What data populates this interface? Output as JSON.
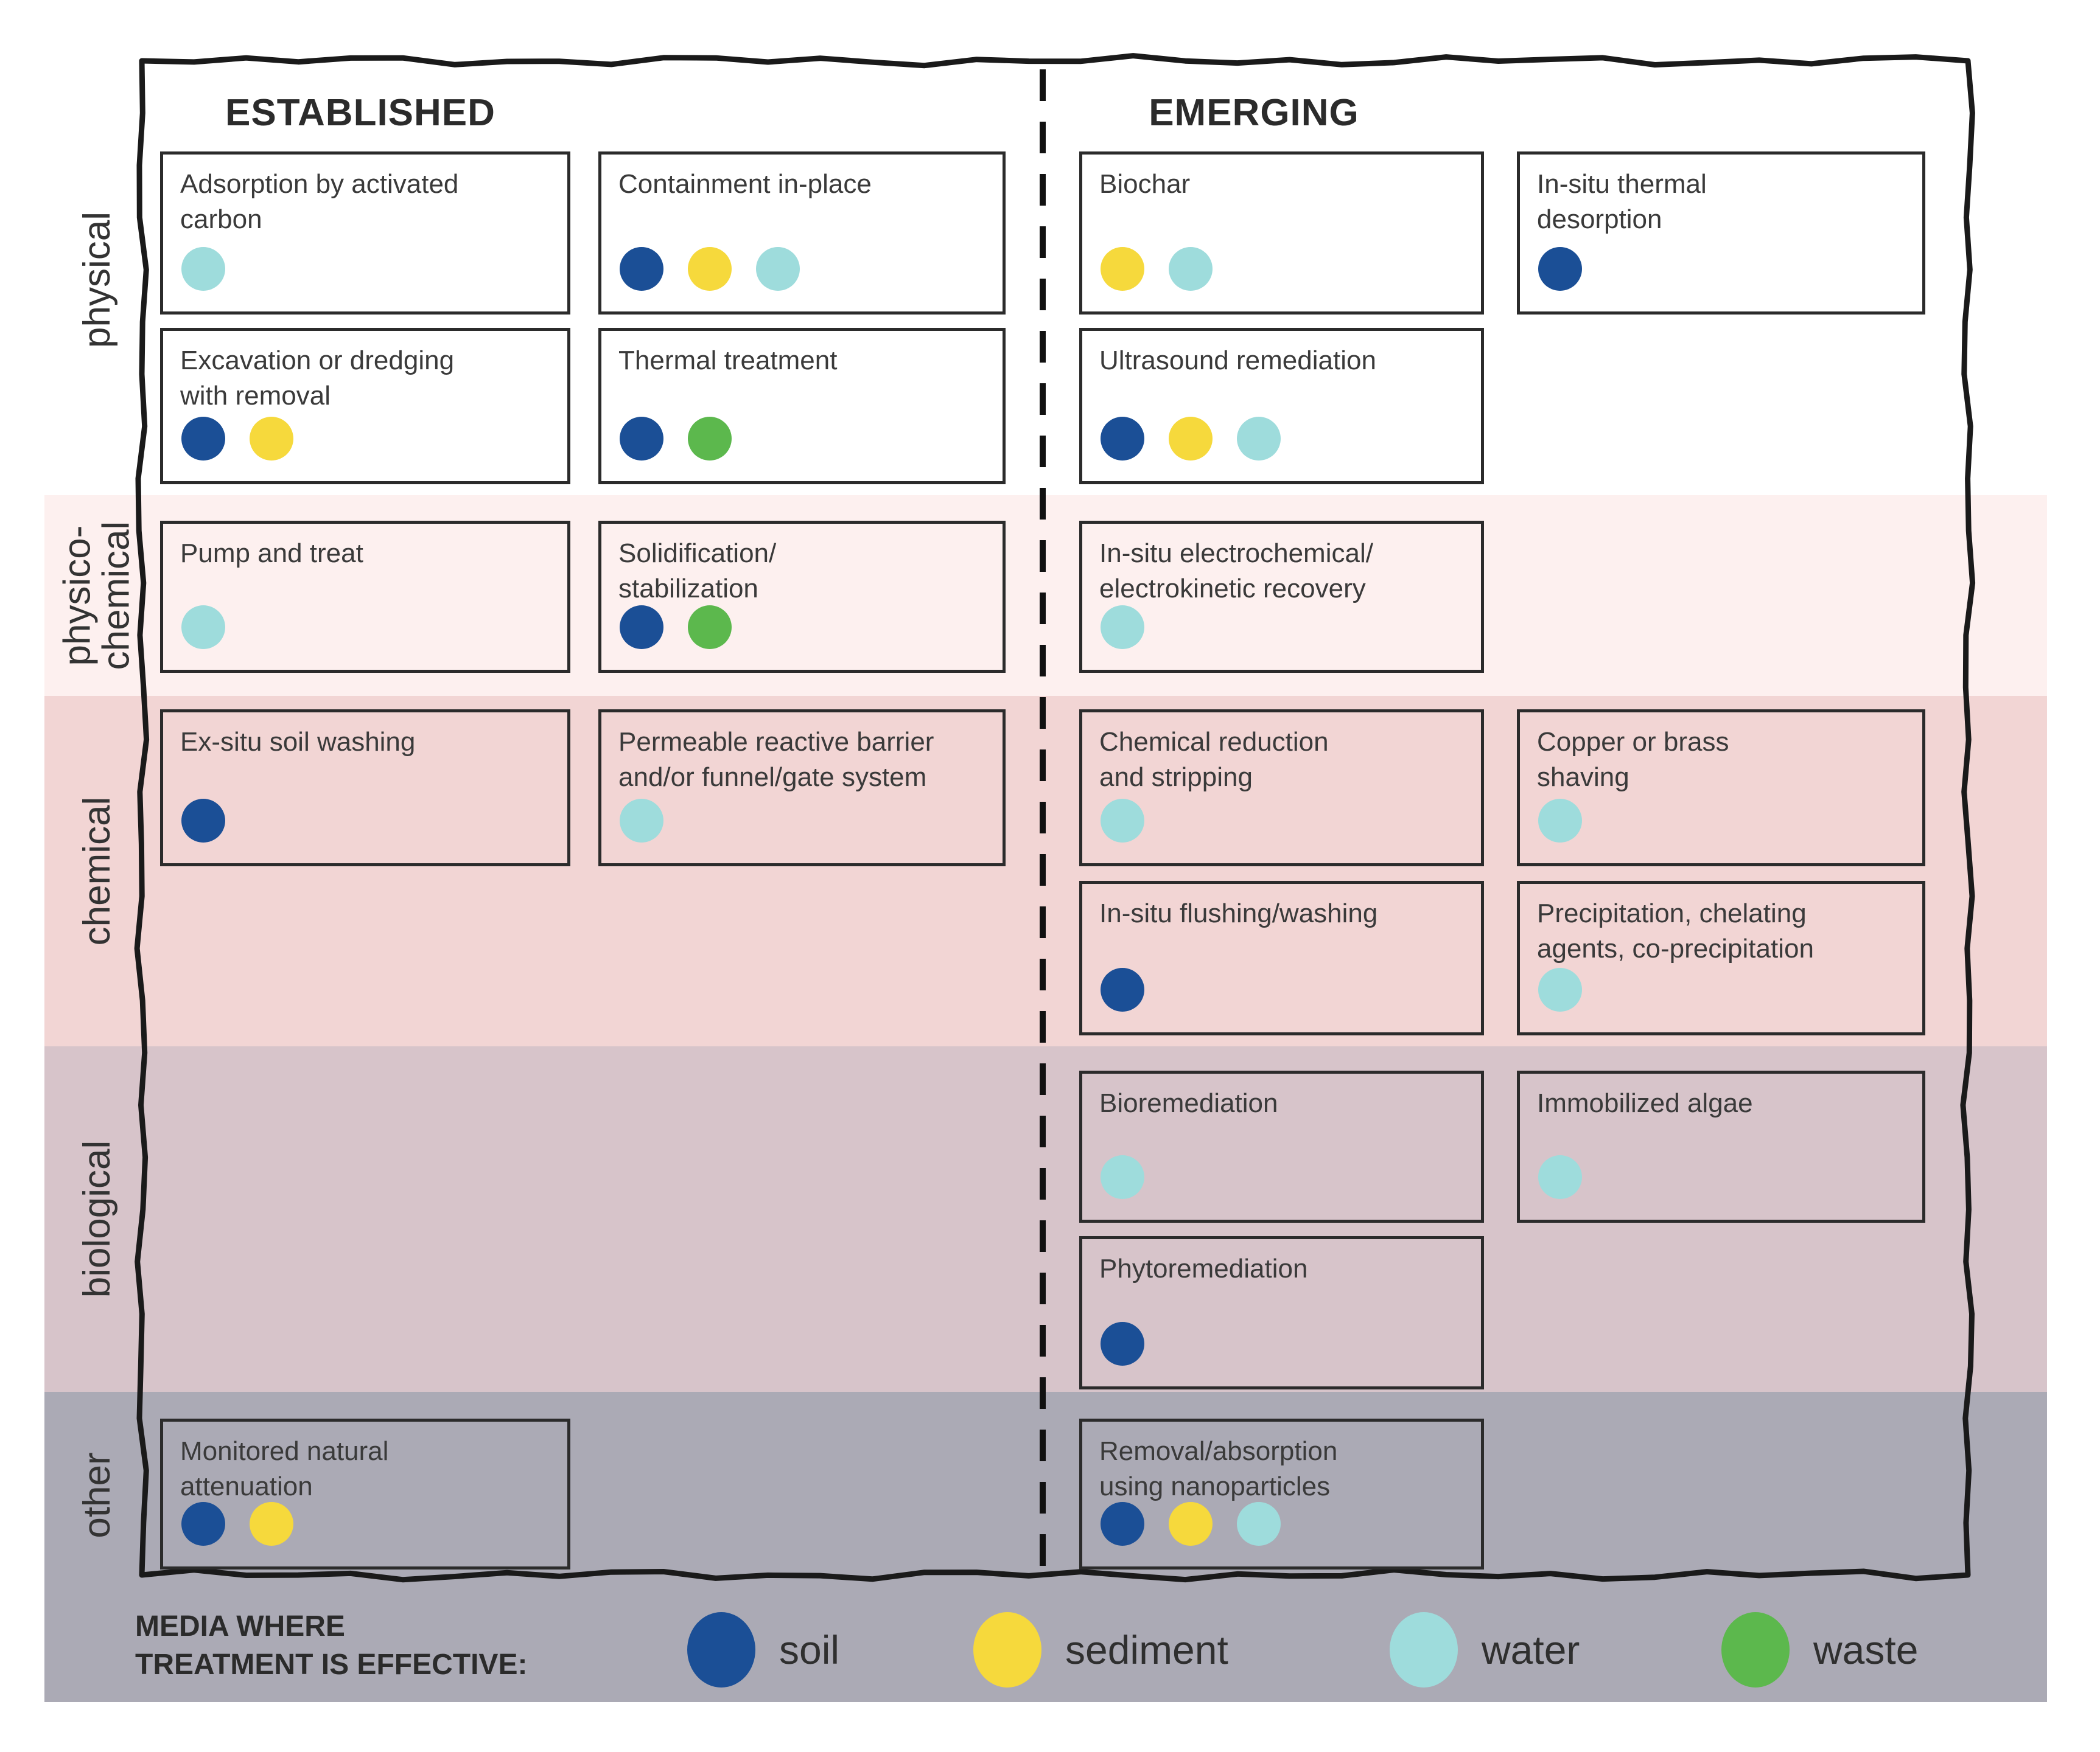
{
  "colors": {
    "soil": "#1b4f96",
    "sediment": "#f6d93c",
    "water": "#9edcdc",
    "waste": "#5cb84d",
    "outline": "#1a1a1a",
    "box_border": "#2b2b2b",
    "text": "#3a3a3a"
  },
  "headers": {
    "established": "ESTABLISHED",
    "emerging": "EMERGING"
  },
  "rows": [
    {
      "id": "physical",
      "label": "physical",
      "band_color": "#ffffff"
    },
    {
      "id": "physico-chemical",
      "label": "physico-\nchemical",
      "band_color": "#fdf0ef"
    },
    {
      "id": "chemical",
      "label": "chemical",
      "band_color": "#f2d5d4"
    },
    {
      "id": "biological",
      "label": "biological",
      "band_color": "#d7c4ca"
    },
    {
      "id": "other",
      "label": "other",
      "band_color": "#abaab5"
    }
  ],
  "treatments": [
    {
      "slug": "adsorption-activated-carbon",
      "title": "Adsorption by activated\ncarbon",
      "row": "physical",
      "section": "established",
      "col": 1,
      "slot": "phys1",
      "media": [
        "water"
      ]
    },
    {
      "slug": "containment-in-place",
      "title": "Containment in-place",
      "row": "physical",
      "section": "established",
      "col": 2,
      "slot": "phys1",
      "media": [
        "soil",
        "sediment",
        "water"
      ]
    },
    {
      "slug": "biochar",
      "title": "Biochar",
      "row": "physical",
      "section": "emerging",
      "col": 3,
      "slot": "phys1",
      "media": [
        "sediment",
        "water"
      ]
    },
    {
      "slug": "in-situ-thermal-desorption",
      "title": "In-situ thermal\ndesorption",
      "row": "physical",
      "section": "emerging",
      "col": 4,
      "slot": "phys1",
      "media": [
        "soil"
      ]
    },
    {
      "slug": "excavation-dredging-removal",
      "title": "Excavation or dredging\nwith removal",
      "row": "physical",
      "section": "established",
      "col": 1,
      "slot": "phys2",
      "media": [
        "soil",
        "sediment"
      ]
    },
    {
      "slug": "thermal-treatment",
      "title": "Thermal treatment",
      "row": "physical",
      "section": "established",
      "col": 2,
      "slot": "phys2",
      "media": [
        "soil",
        "waste"
      ]
    },
    {
      "slug": "ultrasound-remediation",
      "title": "Ultrasound remediation",
      "row": "physical",
      "section": "emerging",
      "col": 3,
      "slot": "phys2",
      "media": [
        "soil",
        "sediment",
        "water"
      ]
    },
    {
      "slug": "pump-and-treat",
      "title": "Pump and treat",
      "row": "physico-chemical",
      "section": "established",
      "col": 1,
      "slot": "pc",
      "media": [
        "water"
      ]
    },
    {
      "slug": "solidification-stabilization",
      "title": "Solidification/\nstabilization",
      "row": "physico-chemical",
      "section": "established",
      "col": 2,
      "slot": "pc",
      "media": [
        "soil",
        "waste"
      ]
    },
    {
      "slug": "in-situ-electrochemical-electrokinetic-recovery",
      "title": "In-situ electrochemical/\nelectrokinetic recovery",
      "row": "physico-chemical",
      "section": "emerging",
      "col": 3,
      "slot": "pc",
      "media": [
        "water"
      ]
    },
    {
      "slug": "ex-situ-soil-washing",
      "title": "Ex-situ soil washing",
      "row": "chemical",
      "section": "established",
      "col": 1,
      "slot": "chem1",
      "media": [
        "soil"
      ]
    },
    {
      "slug": "permeable-reactive-barrier",
      "title": "Permeable reactive barrier\nand/or funnel/gate system",
      "row": "chemical",
      "section": "established",
      "col": 2,
      "slot": "chem1",
      "media": [
        "water"
      ]
    },
    {
      "slug": "chemical-reduction-stripping",
      "title": "Chemical reduction\nand stripping",
      "row": "chemical",
      "section": "emerging",
      "col": 3,
      "slot": "chem1",
      "media": [
        "water"
      ]
    },
    {
      "slug": "copper-brass-shaving",
      "title": "Copper or brass\nshaving",
      "row": "chemical",
      "section": "emerging",
      "col": 4,
      "slot": "chem1",
      "media": [
        "water"
      ]
    },
    {
      "slug": "in-situ-flushing-washing",
      "title": "In-situ flushing/washing",
      "row": "chemical",
      "section": "emerging",
      "col": 3,
      "slot": "chem2",
      "media": [
        "soil"
      ]
    },
    {
      "slug": "precipitation-chelating-coprecipitation",
      "title": "Precipitation, chelating\nagents, co-precipitation",
      "row": "chemical",
      "section": "emerging",
      "col": 4,
      "slot": "chem2",
      "media": [
        "water"
      ]
    },
    {
      "slug": "bioremediation",
      "title": "Bioremediation",
      "row": "biological",
      "section": "emerging",
      "col": 3,
      "slot": "bio1",
      "media": [
        "water"
      ]
    },
    {
      "slug": "immobilized-algae",
      "title": "Immobilized algae",
      "row": "biological",
      "section": "emerging",
      "col": 4,
      "slot": "bio1",
      "media": [
        "water"
      ]
    },
    {
      "slug": "phytoremediation",
      "title": "Phytoremediation",
      "row": "biological",
      "section": "emerging",
      "col": 3,
      "slot": "bio2",
      "media": [
        "soil"
      ]
    },
    {
      "slug": "monitored-natural-attenuation",
      "title": "Monitored natural\nattenuation",
      "row": "other",
      "section": "established",
      "col": 1,
      "slot": "other",
      "media": [
        "soil",
        "sediment"
      ]
    },
    {
      "slug": "removal-absorption-nanoparticles",
      "title": "Removal/absorption\nusing nanoparticles",
      "row": "other",
      "section": "emerging",
      "col": 3,
      "slot": "other",
      "media": [
        "soil",
        "sediment",
        "water"
      ]
    }
  ],
  "legend": {
    "title": "MEDIA WHERE\nTREATMENT IS EFFECTIVE:",
    "items": [
      {
        "label": "soil"
      },
      {
        "label": "sediment"
      },
      {
        "label": "water"
      },
      {
        "label": "waste"
      }
    ]
  }
}
